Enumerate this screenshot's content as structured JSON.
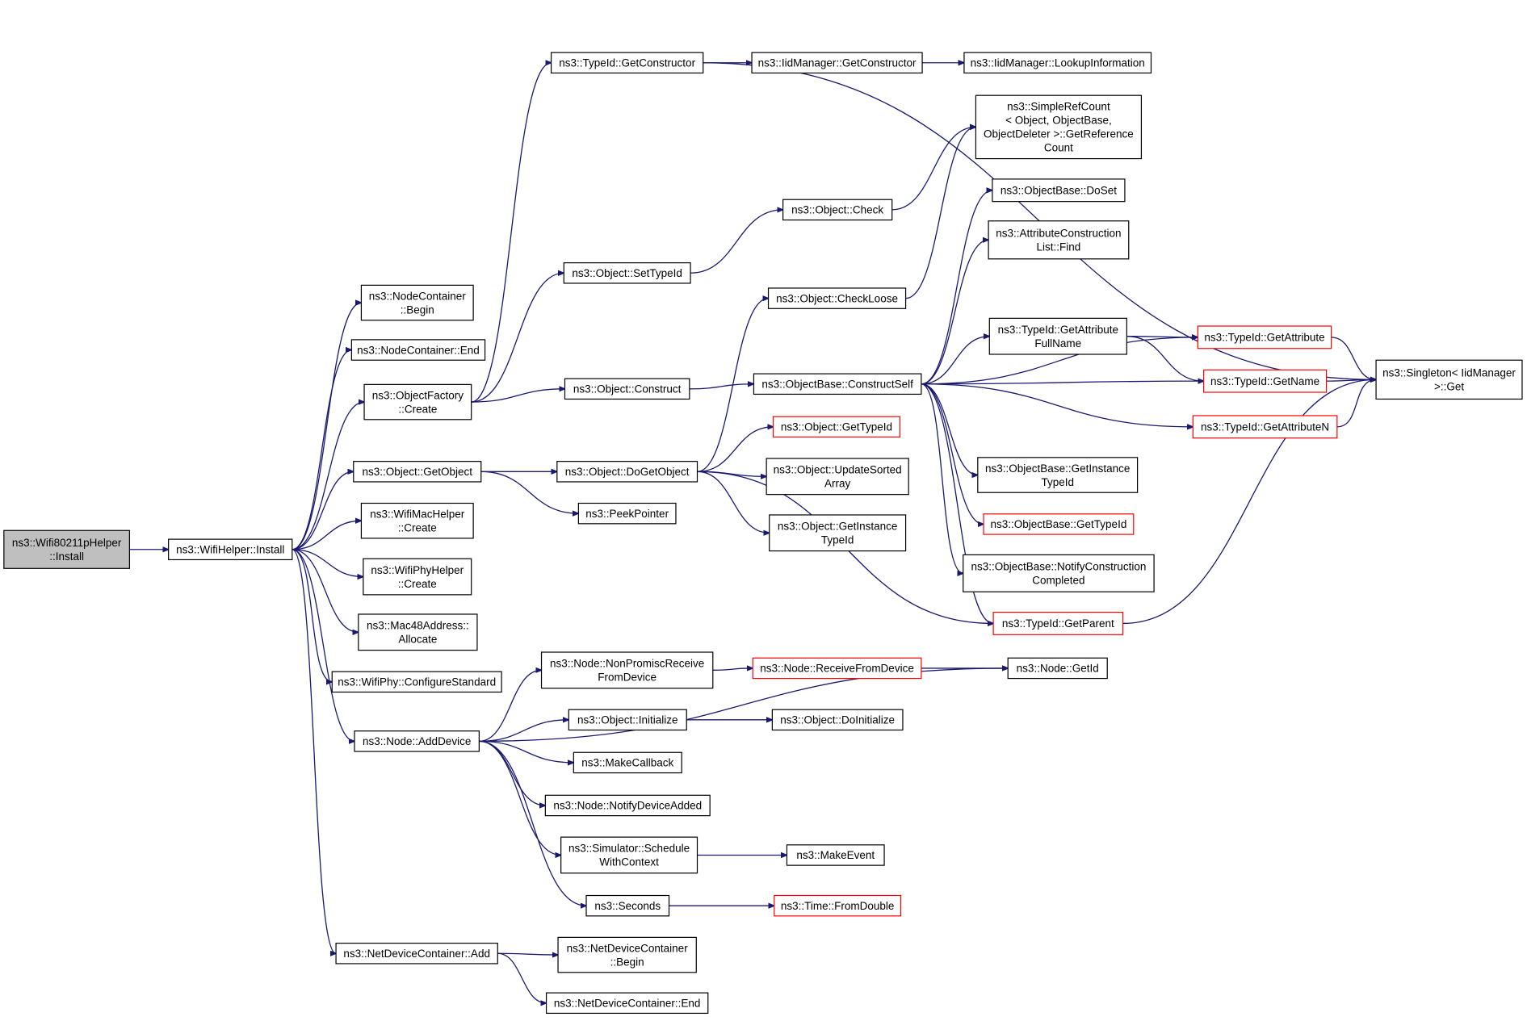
{
  "diagram": {
    "type": "call-graph",
    "nodes": [
      {
        "id": "n0",
        "lines": [
          "ns3::Wifi80211pHelper",
          "::Install"
        ],
        "style": "root"
      },
      {
        "id": "n1",
        "lines": [
          "ns3::WifiHelper::Install"
        ],
        "style": "normal"
      },
      {
        "id": "n2",
        "lines": [
          "ns3::NodeContainer",
          "::Begin"
        ],
        "style": "normal"
      },
      {
        "id": "n3",
        "lines": [
          "ns3::NodeContainer::End"
        ],
        "style": "normal"
      },
      {
        "id": "n4",
        "lines": [
          "ns3::ObjectFactory",
          "::Create"
        ],
        "style": "normal"
      },
      {
        "id": "n5",
        "lines": [
          "ns3::Object::GetObject"
        ],
        "style": "normal"
      },
      {
        "id": "n6",
        "lines": [
          "ns3::WifiMacHelper",
          "::Create"
        ],
        "style": "normal"
      },
      {
        "id": "n7",
        "lines": [
          "ns3::WifiPhyHelper",
          "::Create"
        ],
        "style": "normal"
      },
      {
        "id": "n8",
        "lines": [
          "ns3::Mac48Address::",
          "Allocate"
        ],
        "style": "normal"
      },
      {
        "id": "n9",
        "lines": [
          "ns3::WifiPhy::ConfigureStandard"
        ],
        "style": "normal"
      },
      {
        "id": "n10",
        "lines": [
          "ns3::Node::AddDevice"
        ],
        "style": "normal"
      },
      {
        "id": "n11",
        "lines": [
          "ns3::NetDeviceContainer::Add"
        ],
        "style": "normal"
      },
      {
        "id": "n12",
        "lines": [
          "ns3::TypeId::GetConstructor"
        ],
        "style": "normal"
      },
      {
        "id": "n13",
        "lines": [
          "ns3::Object::SetTypeId"
        ],
        "style": "normal"
      },
      {
        "id": "n14",
        "lines": [
          "ns3::Object::Construct"
        ],
        "style": "normal"
      },
      {
        "id": "n15",
        "lines": [
          "ns3::Object::DoGetObject"
        ],
        "style": "normal"
      },
      {
        "id": "n16",
        "lines": [
          "ns3::PeekPointer"
        ],
        "style": "normal"
      },
      {
        "id": "n17",
        "lines": [
          "ns3::Node::NonPromiscReceive",
          "FromDevice"
        ],
        "style": "normal"
      },
      {
        "id": "n18",
        "lines": [
          "ns3::Object::Initialize"
        ],
        "style": "normal"
      },
      {
        "id": "n19",
        "lines": [
          "ns3::MakeCallback"
        ],
        "style": "normal"
      },
      {
        "id": "n20",
        "lines": [
          "ns3::Node::NotifyDeviceAdded"
        ],
        "style": "normal"
      },
      {
        "id": "n21",
        "lines": [
          "ns3::Simulator::Schedule",
          "WithContext"
        ],
        "style": "normal"
      },
      {
        "id": "n22",
        "lines": [
          "ns3::Seconds"
        ],
        "style": "normal"
      },
      {
        "id": "n23",
        "lines": [
          "ns3::NetDeviceContainer",
          "::Begin"
        ],
        "style": "normal"
      },
      {
        "id": "n24",
        "lines": [
          "ns3::NetDeviceContainer::End"
        ],
        "style": "normal"
      },
      {
        "id": "n25",
        "lines": [
          "ns3::IidManager::GetConstructor"
        ],
        "style": "normal"
      },
      {
        "id": "n26",
        "lines": [
          "ns3::Object::Check"
        ],
        "style": "normal"
      },
      {
        "id": "n27",
        "lines": [
          "ns3::Object::CheckLoose"
        ],
        "style": "normal"
      },
      {
        "id": "n28",
        "lines": [
          "ns3::ObjectBase::ConstructSelf"
        ],
        "style": "normal"
      },
      {
        "id": "n29",
        "lines": [
          "ns3::Object::GetTypeId"
        ],
        "style": "truncated"
      },
      {
        "id": "n30",
        "lines": [
          "ns3::Object::UpdateSorted",
          "Array"
        ],
        "style": "normal"
      },
      {
        "id": "n31",
        "lines": [
          "ns3::Object::GetInstance",
          "TypeId"
        ],
        "style": "normal"
      },
      {
        "id": "n32",
        "lines": [
          "ns3::Node::ReceiveFromDevice"
        ],
        "style": "truncated"
      },
      {
        "id": "n33",
        "lines": [
          "ns3::Object::DoInitialize"
        ],
        "style": "normal"
      },
      {
        "id": "n34",
        "lines": [
          "ns3::MakeEvent"
        ],
        "style": "normal"
      },
      {
        "id": "n35",
        "lines": [
          "ns3::Time::FromDouble"
        ],
        "style": "truncated"
      },
      {
        "id": "n36",
        "lines": [
          "ns3::IidManager::LookupInformation"
        ],
        "style": "normal"
      },
      {
        "id": "n37",
        "lines": [
          "ns3::SimpleRefCount",
          "< Object, ObjectBase,",
          "ObjectDeleter >::GetReference",
          "Count"
        ],
        "style": "normal"
      },
      {
        "id": "n38",
        "lines": [
          "ns3::ObjectBase::DoSet"
        ],
        "style": "normal"
      },
      {
        "id": "n39",
        "lines": [
          "ns3::AttributeConstruction",
          "List::Find"
        ],
        "style": "normal"
      },
      {
        "id": "n40",
        "lines": [
          "ns3::TypeId::GetAttribute",
          "FullName"
        ],
        "style": "normal"
      },
      {
        "id": "n41",
        "lines": [
          "ns3::ObjectBase::GetInstance",
          "TypeId"
        ],
        "style": "normal"
      },
      {
        "id": "n42",
        "lines": [
          "ns3::ObjectBase::GetTypeId"
        ],
        "style": "truncated"
      },
      {
        "id": "n43",
        "lines": [
          "ns3::ObjectBase::NotifyConstruction",
          "Completed"
        ],
        "style": "normal"
      },
      {
        "id": "n44",
        "lines": [
          "ns3::TypeId::GetParent"
        ],
        "style": "truncated"
      },
      {
        "id": "n45",
        "lines": [
          "ns3::Node::GetId"
        ],
        "style": "normal"
      },
      {
        "id": "n46",
        "lines": [
          "ns3::TypeId::GetAttribute"
        ],
        "style": "truncated"
      },
      {
        "id": "n47",
        "lines": [
          "ns3::TypeId::GetName"
        ],
        "style": "truncated"
      },
      {
        "id": "n48",
        "lines": [
          "ns3::TypeId::GetAttributeN"
        ],
        "style": "truncated"
      },
      {
        "id": "n49",
        "lines": [
          "ns3::Singleton< IidManager",
          ">::Get"
        ],
        "style": "normal"
      }
    ],
    "edges": [
      [
        "n0",
        "n1"
      ],
      [
        "n1",
        "n2"
      ],
      [
        "n1",
        "n3"
      ],
      [
        "n1",
        "n4"
      ],
      [
        "n1",
        "n5"
      ],
      [
        "n1",
        "n6"
      ],
      [
        "n1",
        "n7"
      ],
      [
        "n1",
        "n8"
      ],
      [
        "n1",
        "n9"
      ],
      [
        "n1",
        "n10"
      ],
      [
        "n1",
        "n11"
      ],
      [
        "n4",
        "n12"
      ],
      [
        "n4",
        "n13"
      ],
      [
        "n4",
        "n14"
      ],
      [
        "n5",
        "n15"
      ],
      [
        "n5",
        "n16"
      ],
      [
        "n12",
        "n25"
      ],
      [
        "n12",
        "n49"
      ],
      [
        "n25",
        "n36"
      ],
      [
        "n13",
        "n26"
      ],
      [
        "n26",
        "n37"
      ],
      [
        "n14",
        "n28"
      ],
      [
        "n15",
        "n27"
      ],
      [
        "n15",
        "n29"
      ],
      [
        "n15",
        "n30"
      ],
      [
        "n15",
        "n31"
      ],
      [
        "n15",
        "n44"
      ],
      [
        "n27",
        "n37"
      ],
      [
        "n28",
        "n38"
      ],
      [
        "n28",
        "n39"
      ],
      [
        "n28",
        "n40"
      ],
      [
        "n28",
        "n46"
      ],
      [
        "n28",
        "n47"
      ],
      [
        "n28",
        "n48"
      ],
      [
        "n28",
        "n41"
      ],
      [
        "n28",
        "n42"
      ],
      [
        "n28",
        "n43"
      ],
      [
        "n28",
        "n44"
      ],
      [
        "n40",
        "n46"
      ],
      [
        "n40",
        "n47"
      ],
      [
        "n46",
        "n49"
      ],
      [
        "n47",
        "n49"
      ],
      [
        "n48",
        "n49"
      ],
      [
        "n44",
        "n49"
      ],
      [
        "n10",
        "n45"
      ],
      [
        "n10",
        "n17"
      ],
      [
        "n10",
        "n18"
      ],
      [
        "n10",
        "n19"
      ],
      [
        "n10",
        "n20"
      ],
      [
        "n10",
        "n21"
      ],
      [
        "n10",
        "n22"
      ],
      [
        "n17",
        "n32"
      ],
      [
        "n32",
        "n45"
      ],
      [
        "n18",
        "n33"
      ],
      [
        "n21",
        "n34"
      ],
      [
        "n22",
        "n35"
      ],
      [
        "n11",
        "n23"
      ],
      [
        "n11",
        "n24"
      ]
    ]
  }
}
